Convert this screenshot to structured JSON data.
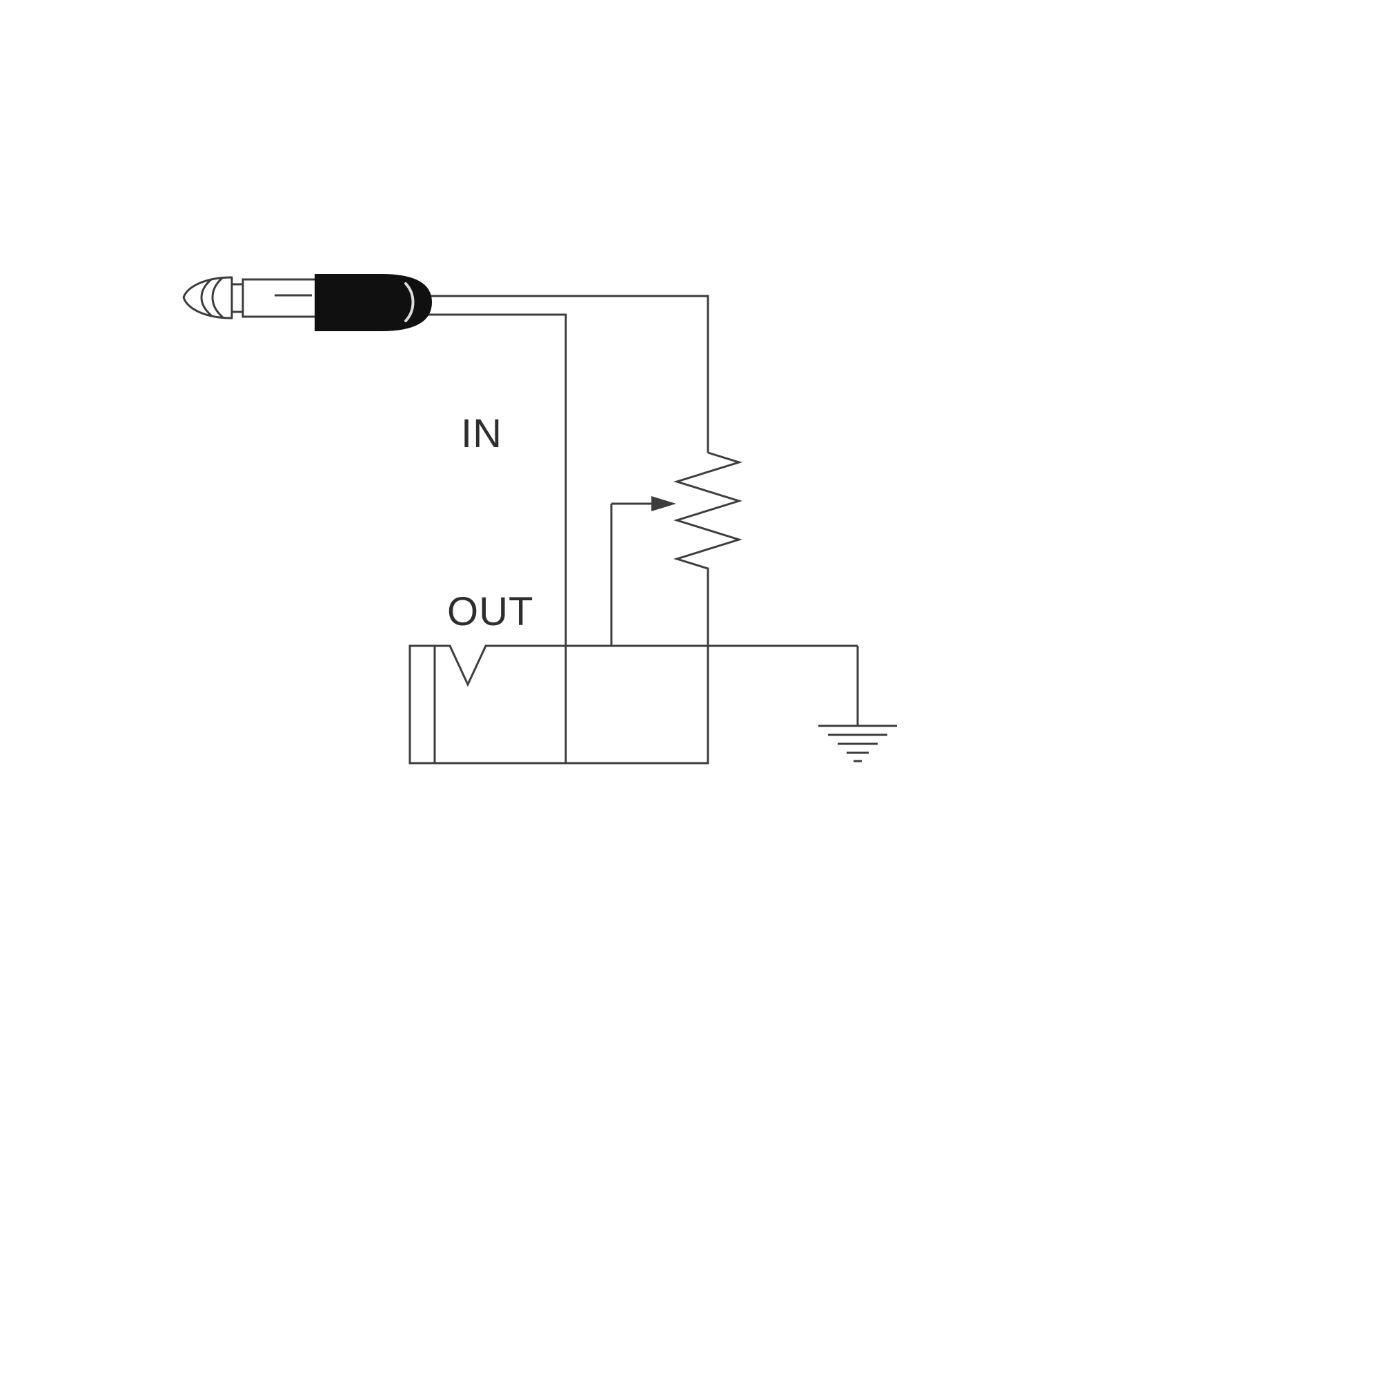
{
  "colors": {
    "background": "#ffffff",
    "line": "#3d3d3d",
    "text": "#2e2e2e",
    "plug_body": "#101010"
  },
  "diagram": {
    "kind": "wiring-schematic",
    "labels": {
      "input": "IN",
      "output": "OUT"
    },
    "components": [
      "quarter-inch-plug",
      "input-wires",
      "potentiometer-with-wiper-arrow",
      "output-jack",
      "ground-symbol"
    ]
  }
}
